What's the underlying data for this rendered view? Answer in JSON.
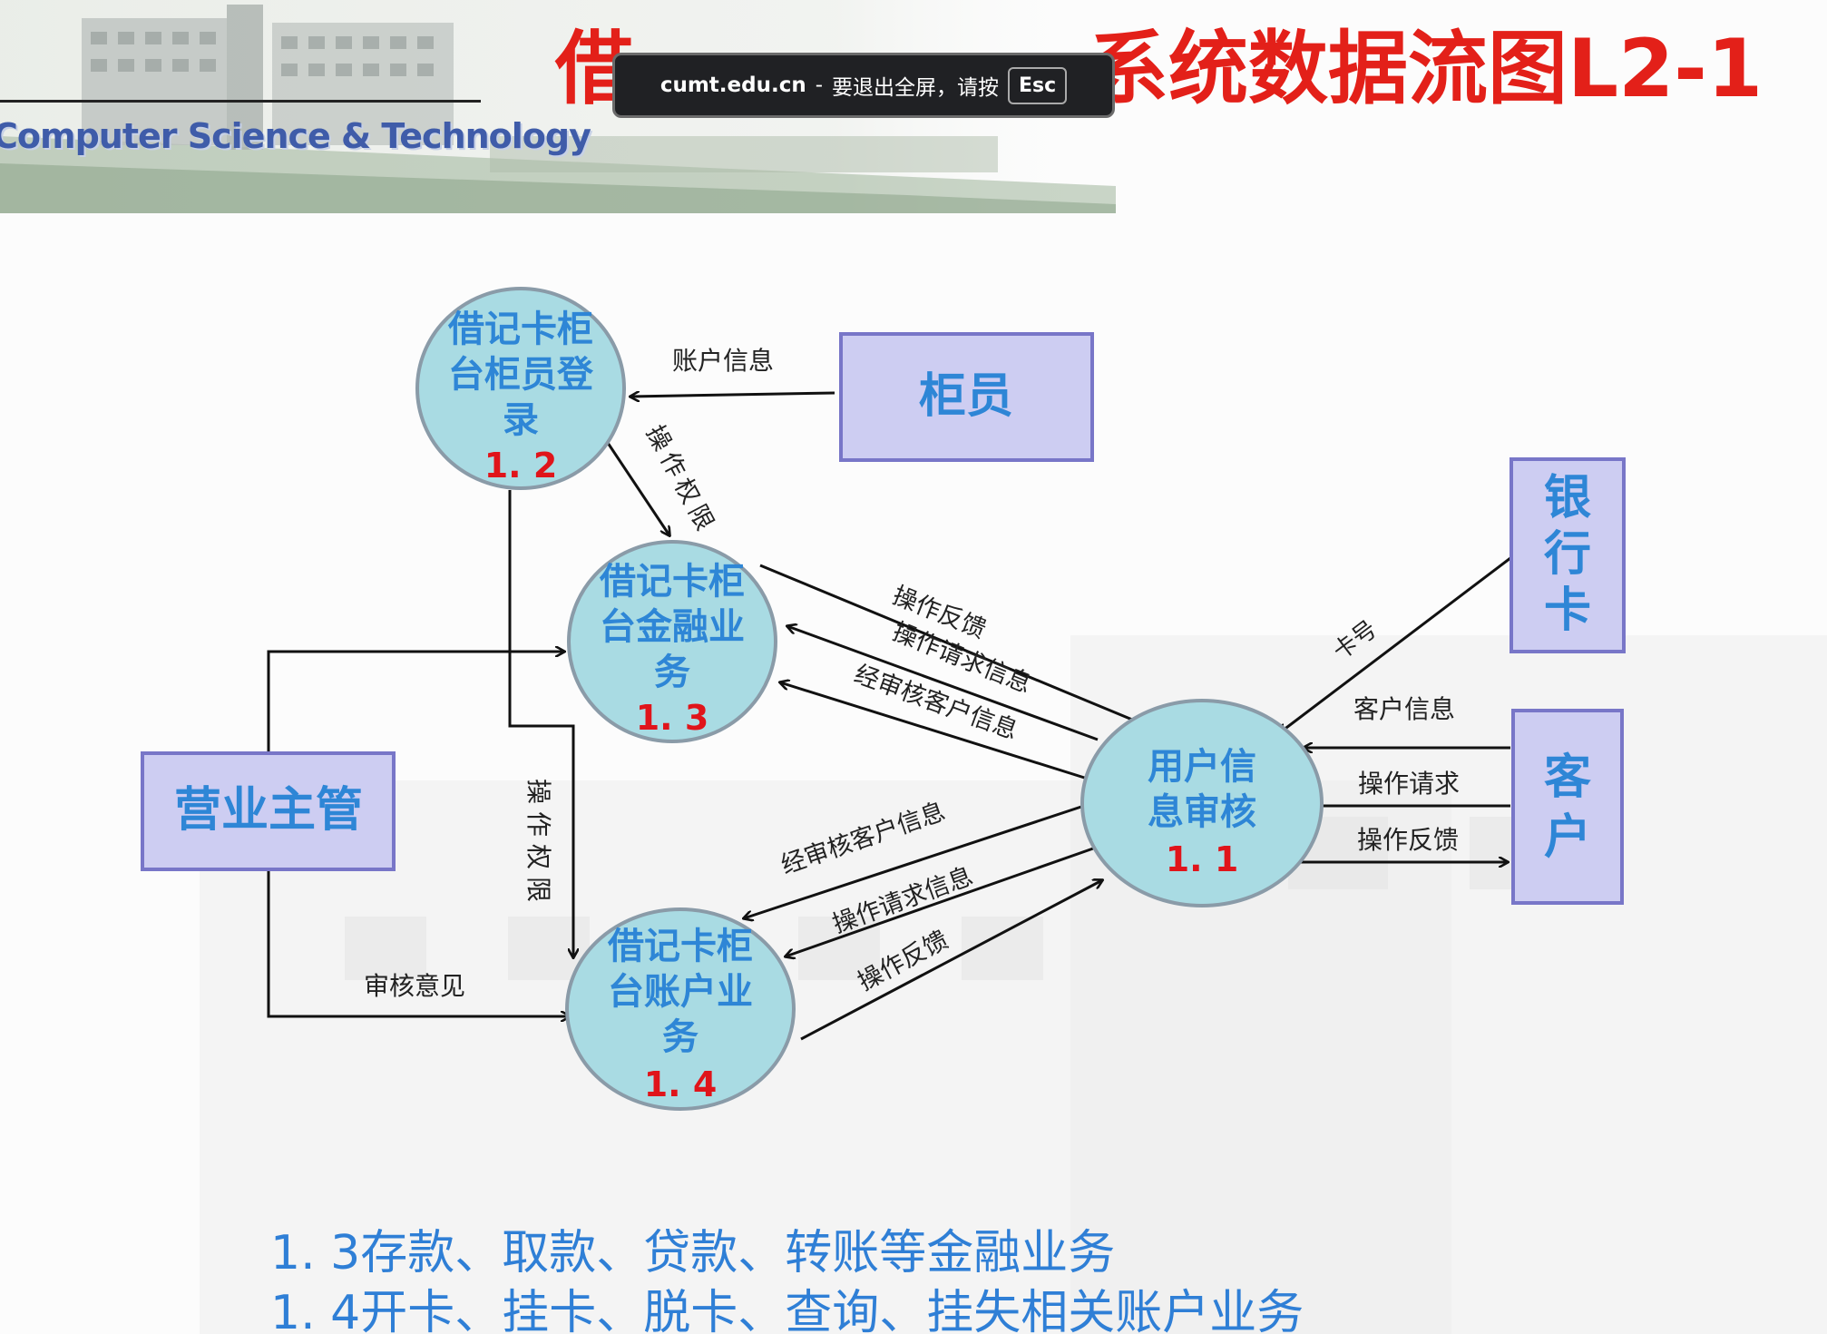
{
  "toast": {
    "site": "cumt.edu.cn",
    "separator": "-",
    "message": "要退出全屏，请按",
    "key": "Esc"
  },
  "header": {
    "dept_text": "Computer Science & Technology",
    "title_visible_left": "借",
    "title_visible_right": "系统数据流图L2-1"
  },
  "diagram": {
    "processes": [
      {
        "id": "1.1",
        "label_lines": [
          "用户信",
          "息审核"
        ],
        "number": "1. 1"
      },
      {
        "id": "1.2",
        "label_lines": [
          "借记卡柜",
          "台柜员登",
          "录"
        ],
        "number": "1. 2"
      },
      {
        "id": "1.3",
        "label_lines": [
          "借记卡柜",
          "台金融业",
          "务"
        ],
        "number": "1. 3"
      },
      {
        "id": "1.4",
        "label_lines": [
          "借记卡柜",
          "台账户业",
          "务"
        ],
        "number": "1. 4"
      }
    ],
    "entities": [
      {
        "id": "teller",
        "label": "柜员"
      },
      {
        "id": "supervisor",
        "label": "营业主管"
      },
      {
        "id": "bankcard",
        "label_lines": [
          "银",
          "行",
          "卡"
        ]
      },
      {
        "id": "customer",
        "label_lines": [
          "客",
          "户"
        ]
      }
    ],
    "flows": {
      "account_info": "账户信息",
      "op_permission_diag": "操作权限",
      "op_permission_vertical": "操作权限",
      "op_feedback_13": "操作反馈",
      "op_request_13": "操作请求信息",
      "verified_customer_13": "经审核客户信息",
      "verified_customer_14": "经审核客户信息",
      "op_request_14": "操作请求信息",
      "op_feedback_14": "操作反馈",
      "card_no": "卡号",
      "customer_info": "客户信息",
      "op_request_cust": "操作请求",
      "op_feedback_cust": "操作反馈",
      "review_opinion": "审核意见"
    }
  },
  "notes": [
    "1. 3存款、取款、贷款、转账等金融业务",
    "1. 4开卡、挂卡、脱卡、查询、挂失相关账户业务"
  ],
  "colors": {
    "process_fill": "#a9dbe3",
    "process_stroke": "#8a9ba8",
    "process_text": "#2e86d6",
    "process_number": "#e0141a",
    "entity_fill": "#cdcdf2",
    "entity_stroke": "#7876c8",
    "entity_text": "#2e86d6",
    "title_red": "#e32019",
    "note_blue": "#2f7fd6"
  }
}
